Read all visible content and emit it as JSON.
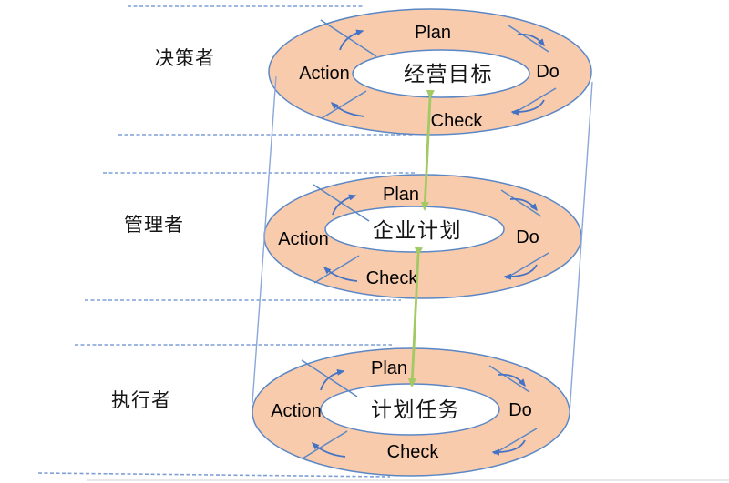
{
  "colors": {
    "ring_fill": "#F8CBAD",
    "ring_stroke": "#5B87C5",
    "flow_arrow": "#4472C4",
    "feedback_arrow": "#A2C963",
    "dashed_line": "#7F9FD6",
    "cylinder_line": "#8BA7D9"
  },
  "levels": [
    {
      "role": "决策者",
      "center": "经营目标",
      "plan": "Plan",
      "do": "Do",
      "check": "Check",
      "action": "Action"
    },
    {
      "role": "管理者",
      "center": "企业计划",
      "plan": "Plan",
      "do": "Do",
      "check": "Check",
      "action": "Action"
    },
    {
      "role": "执行者",
      "center": "计划任务",
      "plan": "Plan",
      "do": "Do",
      "check": "Check",
      "action": "Action"
    }
  ]
}
